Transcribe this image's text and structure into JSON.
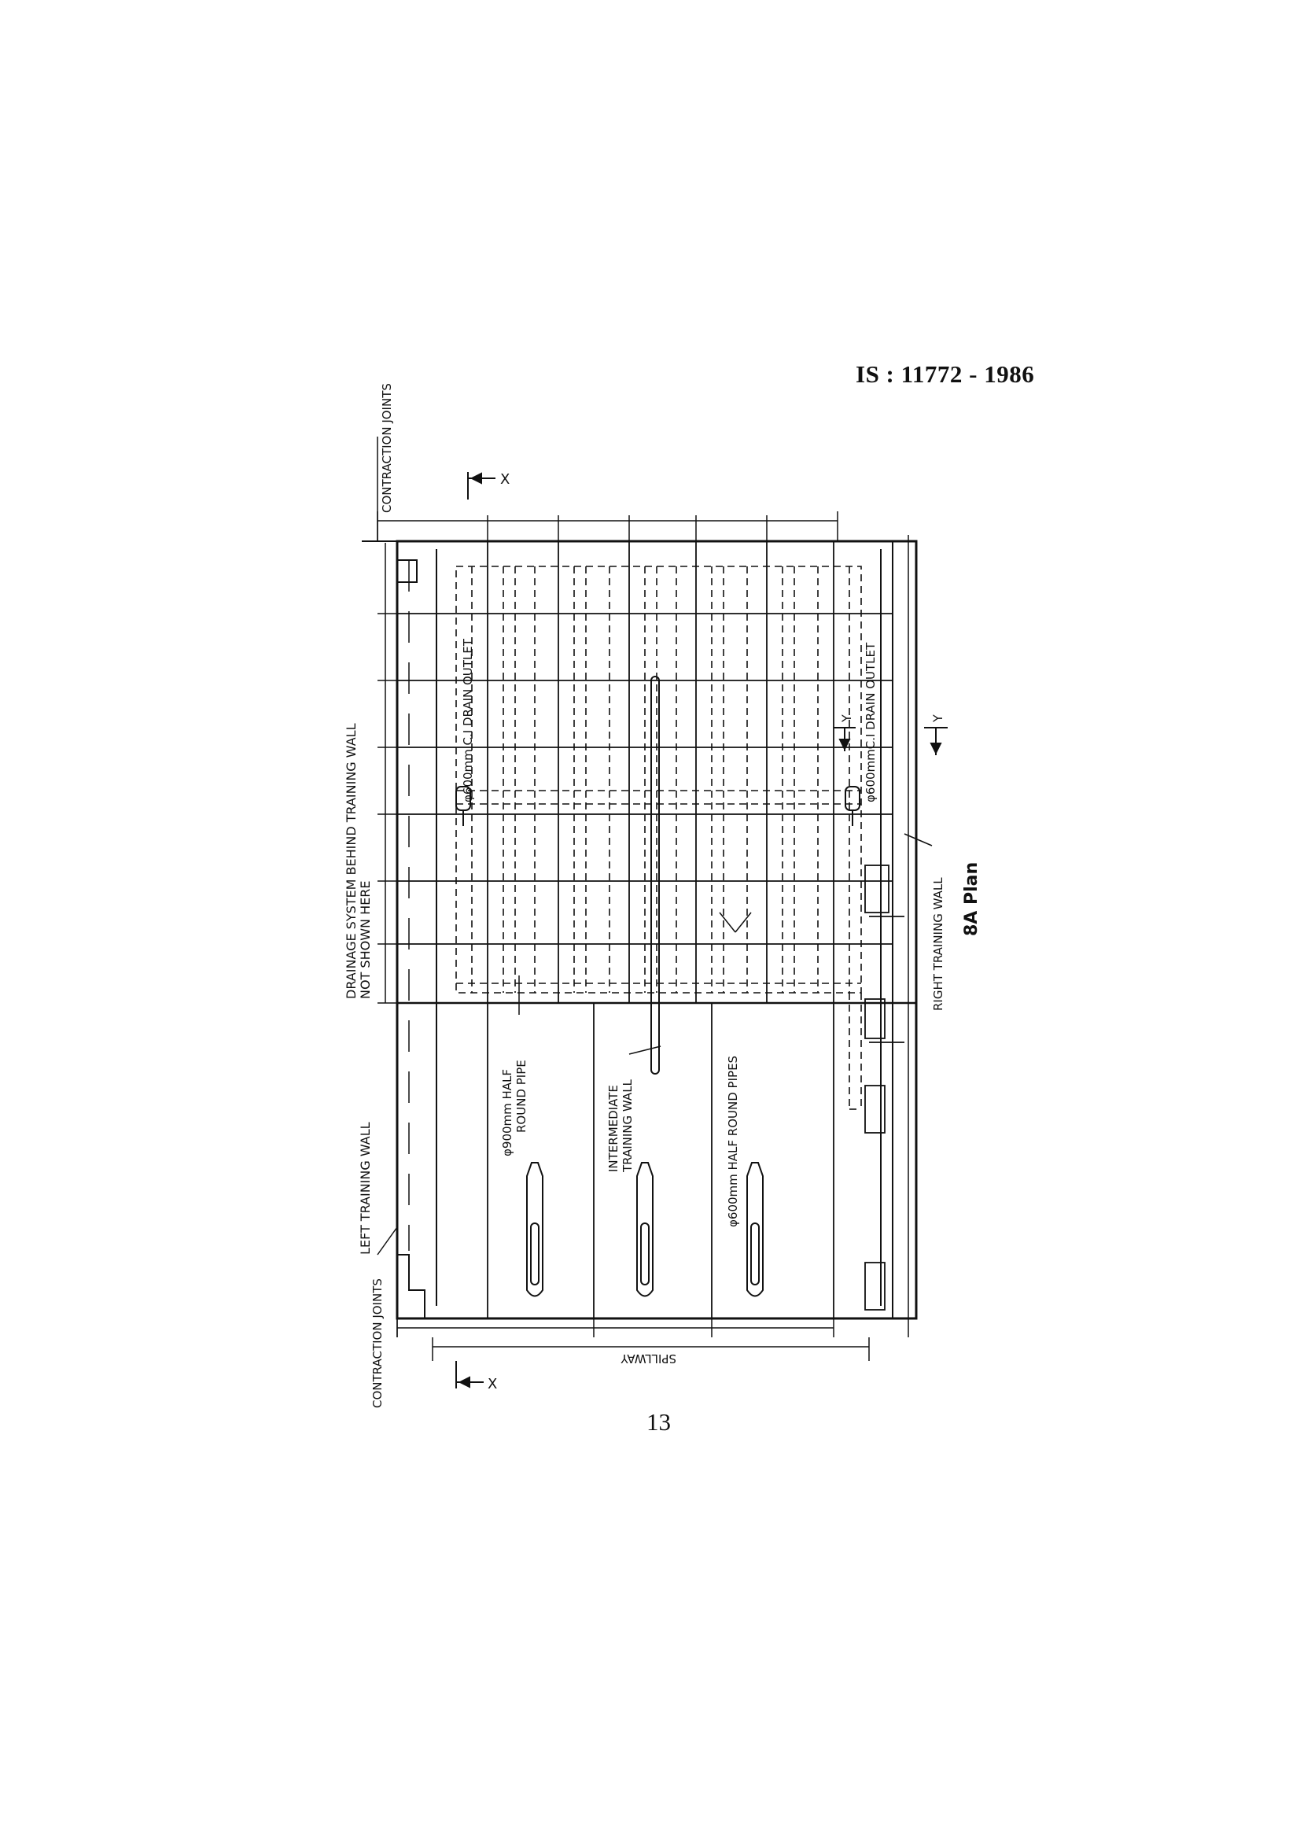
{
  "header": {
    "standard_number": "IS : 11772 - 1986"
  },
  "figure": {
    "caption": "8A Plan",
    "labels": {
      "contraction_joints_top": "CONTRACTION JOINTS",
      "contraction_joints_bottom": "CONTRACTION JOINTS",
      "drainage_note_line1": "DRAINAGE SYSTEM BEHIND TRAINING WALL",
      "drainage_note_line2": "NOT SHOWN HERE",
      "left_training_wall": "LEFT TRAINING WALL",
      "right_training_wall": "RIGHT TRAINING WALL",
      "intermediate_training_wall_line1": "INTERMEDIATE",
      "intermediate_training_wall_line2": "TRAINING WALL",
      "half_round_pipe_900_line1": "φ900mm HALF",
      "half_round_pipe_900_line2": "ROUND PIPE",
      "half_round_pipes_600": "φ600mm HALF ROUND PIPES",
      "drain_outlet_left": "φ600mm C.I DRAIN OUTLET",
      "drain_outlet_right": "φ600mmC.I DRAIN OUTLET",
      "spillway": "SPILLWAY",
      "section_x": "X",
      "section_y": "Y"
    }
  },
  "footer": {
    "page_number": "13"
  }
}
